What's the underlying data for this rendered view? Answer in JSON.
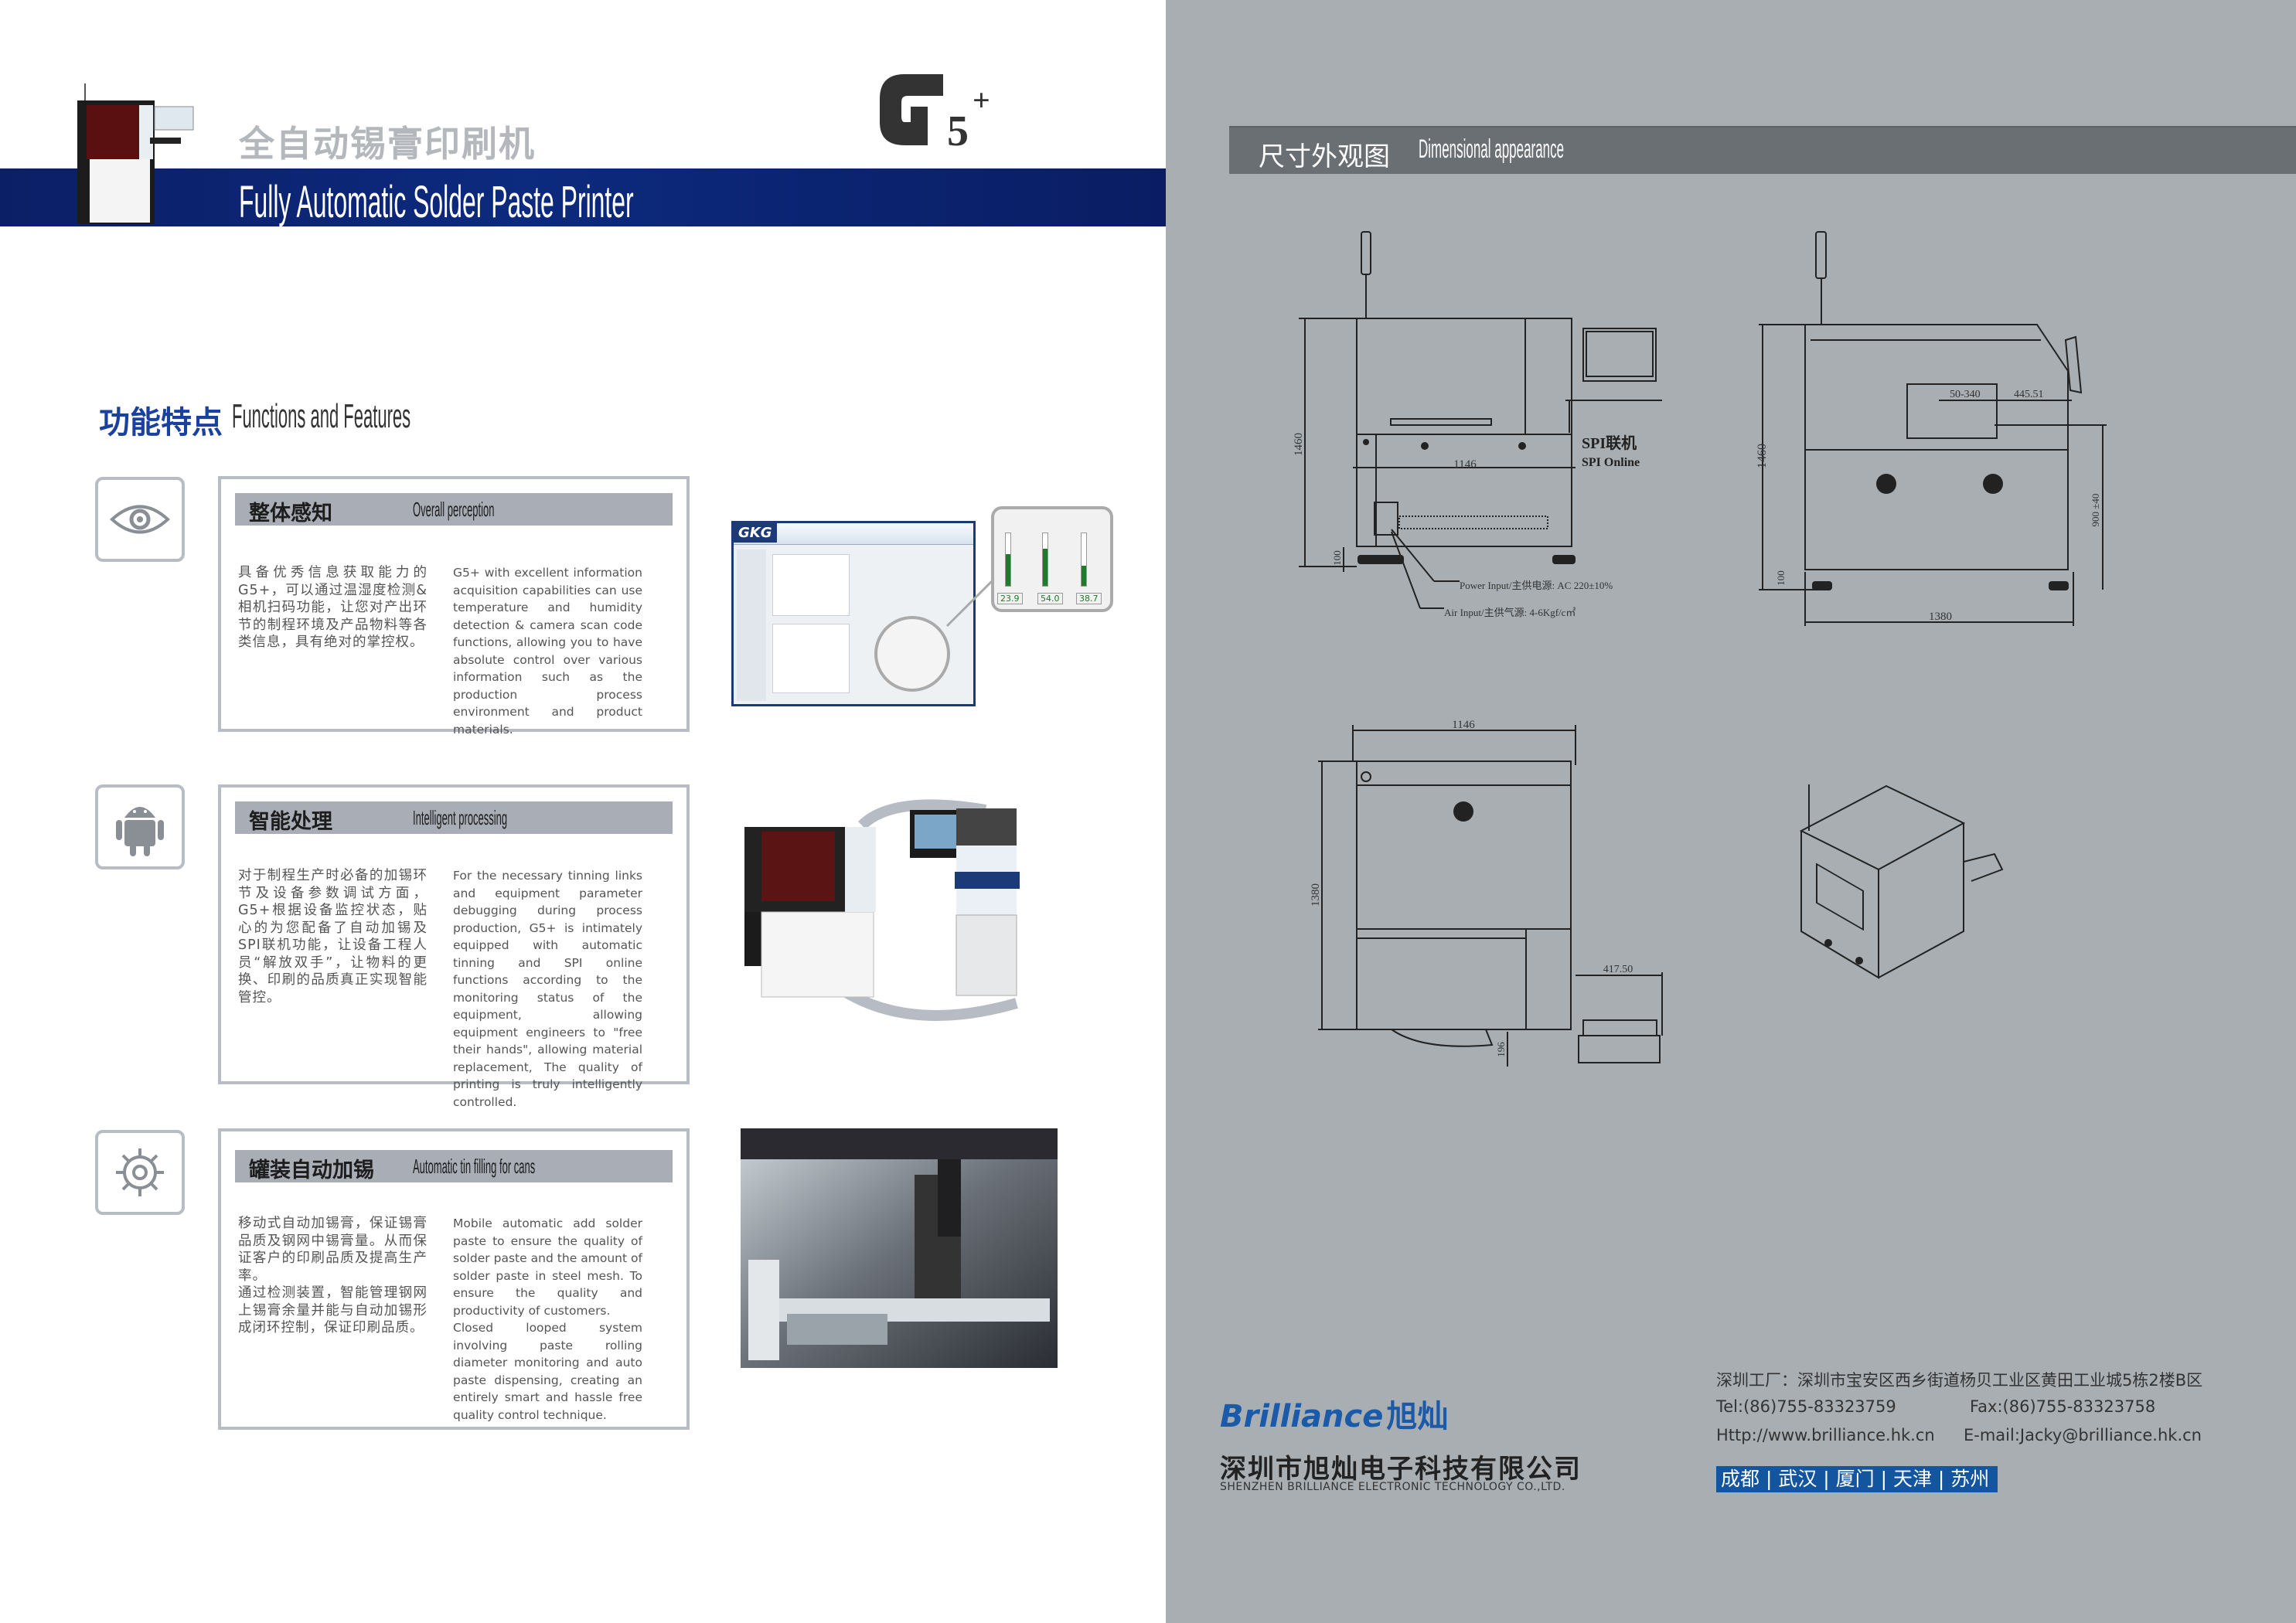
{
  "header": {
    "title_cn": "全自动锡膏印刷机",
    "title_en": "Fully Automatic  Solder Paste Printer",
    "logo_text": "G5+",
    "band_color": "#0c2a7e"
  },
  "features": {
    "title_cn": "功能特点",
    "title_en": "Functions and Features",
    "accent_color": "#1a40a0",
    "items": [
      {
        "icon": "eye-icon",
        "title_cn": "整体感知",
        "title_en": "Overall perception",
        "text_cn": "具备优秀信息获取能力的G5+，可以通过温湿度检测&相机扫码功能，让您对产出环节的制程环境及产品物料等各类信息，具有绝对的掌控权。",
        "text_en": "G5+ with excellent information acquisition capabilities can use temperature and humidity detection & camera scan code functions, allowing you to have absolute control over various information such as the production process environment and product materials."
      },
      {
        "icon": "android-icon",
        "title_cn": "智能处理",
        "title_en": "Intelligent processing",
        "text_cn": "对于制程生产时必备的加锡环节及设备参数调试方面，G5+根据设备监控状态，贴心的为您配备了自动加锡及SPI联机功能，让设备工程人员“解放双手”，让物料的更换、印刷的品质真正实现智能管控。",
        "text_en": "For the necessary tinning links and equipment parameter debugging during process production, G5+ is intimately equipped with automatic tinning and SPI online functions according to the monitoring status of the equipment, allowing equipment engineers to \"free their hands\", allowing material replacement, The quality of printing is truly intelligently controlled."
      },
      {
        "icon": "gear-icon",
        "title_cn": "罐装自动加锡",
        "title_en": "Automatic tin filling for cans",
        "text_cn": "移动式自动加锡膏，保证锡膏品质及钢网中锡膏量。从而保证客户的印刷品质及提高生产率。\n通过检测装置，智能管理钢网上锡膏余量并能与自动加锡形成闭环控制，保证印刷品质。",
        "text_en": "Mobile automatic add solder paste to ensure the quality of solder paste and the amount of solder paste in steel mesh. To ensure the quality and productivity of customers.\nClosed looped system involving paste rolling diameter monitoring and auto paste dispensing, creating an entirely smart and hassle free quality control technique."
      }
    ]
  },
  "software_screenshot": {
    "brand": "GKG",
    "gauge_values": [
      "23.9",
      "54.0",
      "38.7"
    ]
  },
  "dimensions": {
    "title_cn": "尺寸外观图",
    "title_en": "Dimensional appearance",
    "front": {
      "height": "1460",
      "width": "1146",
      "foot": "100",
      "spi_cn": "SPI联机",
      "spi_en": "SPI Online",
      "power": "Power Input/主供电源: AC 220±10%",
      "air": "Air Input/主供气源: 4-6Kgf/c㎡"
    },
    "side": {
      "height": "1460",
      "depth": "1380",
      "foot": "100",
      "range": "50-340",
      "offset": "445.51",
      "conveyor": "900 ±40"
    },
    "top": {
      "width": "1146",
      "depth": "1380",
      "arm": "417.50",
      "front": "196"
    }
  },
  "footer": {
    "brand_en": "Brilliance",
    "brand_cn": "旭灿",
    "brand_color": "#1a5aa8",
    "company_cn": "深圳市旭灿电子科技有限公司",
    "company_en": "SHENZHEN BRILLIANCE ELECTRONIC TECHNOLOGY CO.,LTD.",
    "address": "深圳工厂：深圳市宝安区西乡街道杨贝工业区黄田工业城5栋2楼B区",
    "tel": "Tel:(86)755-83323759",
    "fax": "Fax:(86)755-83323758",
    "web": "Http://www.brilliance.hk.cn",
    "email": "E-mail:Jacky@brilliance.hk.cn",
    "cities": "成都 | 武汉 | 厦门 | 天津 | 苏州",
    "cities_color": "#1455a0"
  }
}
